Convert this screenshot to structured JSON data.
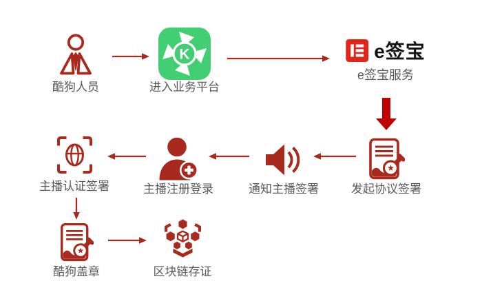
{
  "diagram": {
    "colors": {
      "icon_red": "#a8291e",
      "arrow_red": "#a8291e",
      "block_arrow_red": "#c00000",
      "kugou_green": "#42ce73",
      "esign_red": "#e0251b",
      "label_gray": "#595959",
      "logo_text_black": "#141414"
    },
    "nodes": [
      {
        "id": "kugou-staff",
        "label": "酷狗人员",
        "icon": "person-icon"
      },
      {
        "id": "enter-platform",
        "label": "进入业务平台",
        "icon": "kugou-app-icon",
        "app_letter": "K"
      },
      {
        "id": "esign-service",
        "label": "e签宝服务",
        "icon": "esign-logo-icon",
        "logo_text": "e签宝"
      },
      {
        "id": "initiate-agreement-sign",
        "label": "发起协议签署",
        "icon": "document-stamp-icon"
      },
      {
        "id": "notify-anchor-sign",
        "label": "通知主播签署",
        "icon": "speaker-icon"
      },
      {
        "id": "anchor-register-login",
        "label": "主播注册登录",
        "icon": "add-user-icon"
      },
      {
        "id": "anchor-auth-sign",
        "label": "主播认证签署",
        "icon": "face-scan-icon"
      },
      {
        "id": "kugou-stamp",
        "label": "酷狗盖章",
        "icon": "document-stamp-icon"
      },
      {
        "id": "blockchain-deposit",
        "label": "区块链存证",
        "icon": "blockchain-icon"
      }
    ],
    "edges": [
      {
        "from": "酷狗人员",
        "to": "进入业务平台",
        "direction": "right"
      },
      {
        "from": "进入业务平台",
        "to": "e签宝服务",
        "direction": "right"
      },
      {
        "from": "e签宝服务",
        "to": "发起协议签署",
        "direction": "down"
      },
      {
        "from": "发起协议签署",
        "to": "通知主播签署",
        "direction": "left"
      },
      {
        "from": "通知主播签署",
        "to": "主播注册登录",
        "direction": "left"
      },
      {
        "from": "主播注册登录",
        "to": "主播认证签署",
        "direction": "left"
      },
      {
        "from": "主播认证签署",
        "to": "酷狗盖章",
        "direction": "down"
      },
      {
        "from": "酷狗盖章",
        "to": "区块链存证",
        "direction": "right"
      }
    ]
  }
}
